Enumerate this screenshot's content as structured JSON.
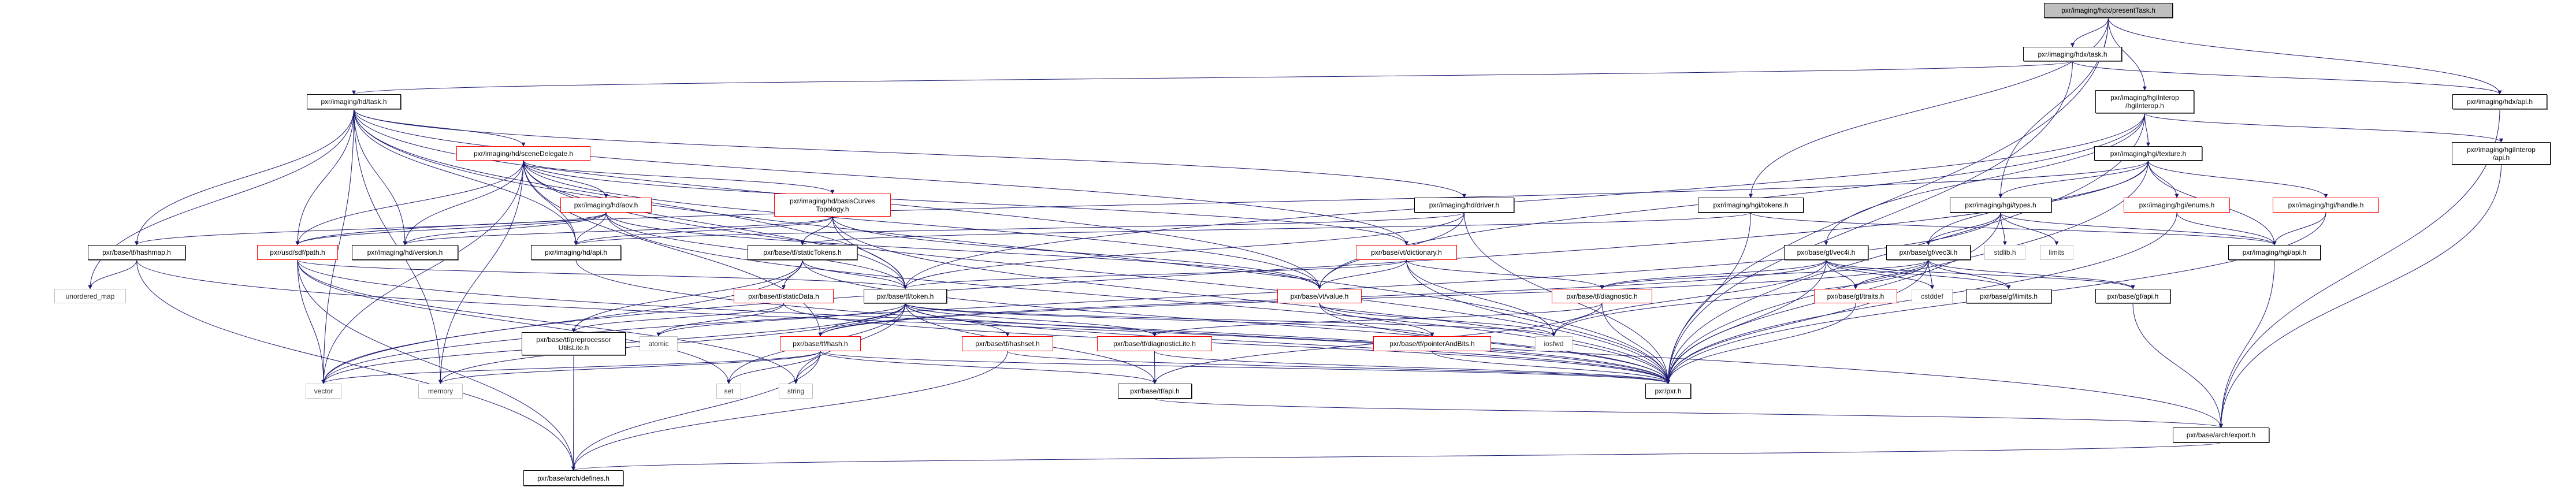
{
  "colors": {
    "edge": "#191970",
    "red_border": "#ff0000",
    "gray_border": "#bfbfbf",
    "current_fill": "#bfbfbf"
  },
  "nodes": {
    "presentTask": {
      "label": "pxr/imaging/hdx/presentTask.h",
      "kind": "current"
    },
    "hdxTask": {
      "label": "pxr/imaging/hdx/task.h",
      "kind": "black"
    },
    "hgiInterop": {
      "label": "pxr/imaging/hgiInterop\n/hgiInterop.h",
      "kind": "black"
    },
    "hdxApi": {
      "label": "pxr/imaging/hdx/api.h",
      "kind": "black"
    },
    "hdTask": {
      "label": "pxr/imaging/hd/task.h",
      "kind": "black"
    },
    "hgiTexture": {
      "label": "pxr/imaging/hgi/texture.h",
      "kind": "black"
    },
    "hgiInteropApi": {
      "label": "pxr/imaging/hgiInterop\n/api.h",
      "kind": "black"
    },
    "sceneDelegate": {
      "label": "pxr/imaging/hd/sceneDelegate.h",
      "kind": "red"
    },
    "aov": {
      "label": "pxr/imaging/hd/aov.h",
      "kind": "red"
    },
    "basisCurves": {
      "label": "pxr/imaging/hd/basisCurves\nTopology.h",
      "kind": "red"
    },
    "driver": {
      "label": "pxr/imaging/hd/driver.h",
      "kind": "black"
    },
    "hgiTokens": {
      "label": "pxr/imaging/hgi/tokens.h",
      "kind": "black"
    },
    "hgiTypes": {
      "label": "pxr/imaging/hgi/types.h",
      "kind": "black"
    },
    "hgiEnums": {
      "label": "pxr/imaging/hgi/enums.h",
      "kind": "red"
    },
    "hgiHandle": {
      "label": "pxr/imaging/hgi/handle.h",
      "kind": "red"
    },
    "hashmap": {
      "label": "pxr/base/tf/hashmap.h",
      "kind": "black"
    },
    "sdfPath": {
      "label": "pxr/usd/sdf/path.h",
      "kind": "red"
    },
    "hdVersion": {
      "label": "pxr/imaging/hd/version.h",
      "kind": "black"
    },
    "hdApi": {
      "label": "pxr/imaging/hd/api.h",
      "kind": "black"
    },
    "staticTokens": {
      "label": "pxr/base/tf/staticTokens.h",
      "kind": "black"
    },
    "dictionary": {
      "label": "pxr/base/vt/dictionary.h",
      "kind": "red"
    },
    "vec4i": {
      "label": "pxr/base/gf/vec4i.h",
      "kind": "black"
    },
    "vec3i": {
      "label": "pxr/base/gf/vec3i.h",
      "kind": "black"
    },
    "stdlib": {
      "label": "stdlib.h",
      "kind": "gray"
    },
    "limits": {
      "label": "limits",
      "kind": "gray"
    },
    "hgiApi": {
      "label": "pxr/imaging/hgi/api.h",
      "kind": "black"
    },
    "unorderedMap": {
      "label": "unordered_map",
      "kind": "gray"
    },
    "staticData": {
      "label": "pxr/base/tf/staticData.h",
      "kind": "red"
    },
    "token": {
      "label": "pxr/base/tf/token.h",
      "kind": "black"
    },
    "value": {
      "label": "pxr/base/vt/value.h",
      "kind": "red"
    },
    "diagnostic": {
      "label": "pxr/base/tf/diagnostic.h",
      "kind": "red"
    },
    "traits": {
      "label": "pxr/base/gf/traits.h",
      "kind": "red"
    },
    "cstddef": {
      "label": "cstddef",
      "kind": "gray"
    },
    "gfLimits": {
      "label": "pxr/base/gf/limits.h",
      "kind": "black"
    },
    "gfApi": {
      "label": "pxr/base/gf/api.h",
      "kind": "black"
    },
    "preproc": {
      "label": "pxr/base/tf/preprocessor\nUtilsLite.h",
      "kind": "black"
    },
    "atomic": {
      "label": "atomic",
      "kind": "gray"
    },
    "hash": {
      "label": "pxr/base/tf/hash.h",
      "kind": "red"
    },
    "hashset": {
      "label": "pxr/base/tf/hashset.h",
      "kind": "red"
    },
    "diagnosticLite": {
      "label": "pxr/base/tf/diagnosticLite.h",
      "kind": "red"
    },
    "pointerAndBits": {
      "label": "pxr/base/tf/pointerAndBits.h",
      "kind": "red"
    },
    "iosfwd": {
      "label": "iosfwd",
      "kind": "gray"
    },
    "vector": {
      "label": "vector",
      "kind": "gray"
    },
    "memory": {
      "label": "memory",
      "kind": "gray"
    },
    "set": {
      "label": "set",
      "kind": "gray"
    },
    "string": {
      "label": "string",
      "kind": "gray"
    },
    "tfApi": {
      "label": "pxr/base/tf/api.h",
      "kind": "black"
    },
    "pxr": {
      "label": "pxr/pxr.h",
      "kind": "black"
    },
    "archExport": {
      "label": "pxr/base/arch/export.h",
      "kind": "black"
    },
    "archDefines": {
      "label": "pxr/base/arch/defines.h",
      "kind": "black"
    }
  },
  "edges": [
    [
      "presentTask",
      "hdxTask"
    ],
    [
      "presentTask",
      "hgiInterop"
    ],
    [
      "presentTask",
      "hdxApi"
    ],
    [
      "presentTask",
      "hgiTypes"
    ],
    [
      "presentTask",
      "hgiTokens"
    ],
    [
      "presentTask",
      "pxr"
    ],
    [
      "hdxTask",
      "hdTask"
    ],
    [
      "hdxTask",
      "hdxApi"
    ],
    [
      "hdxTask",
      "pxr"
    ],
    [
      "hgiInterop",
      "hgiTexture"
    ],
    [
      "hgiInterop",
      "hgiInteropApi"
    ],
    [
      "hgiInterop",
      "vec4i"
    ],
    [
      "hgiInterop",
      "pxr"
    ],
    [
      "hgiInterop",
      "token"
    ],
    [
      "hgiInterop",
      "value"
    ],
    [
      "hdxApi",
      "archExport"
    ],
    [
      "hgiInteropApi",
      "archExport"
    ],
    [
      "hgiTexture",
      "hgiEnums"
    ],
    [
      "hgiTexture",
      "hgiHandle"
    ],
    [
      "hgiTexture",
      "hgiTypes"
    ],
    [
      "hgiTexture",
      "hgiApi"
    ],
    [
      "hgiTexture",
      "vec3i"
    ],
    [
      "hgiTexture",
      "pxr"
    ],
    [
      "hgiTexture",
      "vector"
    ],
    [
      "hgiTexture",
      "sdfPath"
    ],
    [
      "hgiTypes",
      "vec3i"
    ],
    [
      "hgiTypes",
      "stdlib"
    ],
    [
      "hgiTypes",
      "limits"
    ],
    [
      "hgiTypes",
      "hgiApi"
    ],
    [
      "hgiTypes",
      "pxr"
    ],
    [
      "hgiTypes",
      "vector"
    ],
    [
      "hgiTokens",
      "staticTokens"
    ],
    [
      "hgiTokens",
      "hgiApi"
    ],
    [
      "hgiTokens",
      "pxr"
    ],
    [
      "hgiEnums",
      "hgiApi"
    ],
    [
      "hgiEnums",
      "pxr"
    ],
    [
      "hgiHandle",
      "hgiApi"
    ],
    [
      "hgiHandle",
      "pxr"
    ],
    [
      "hgiApi",
      "archExport"
    ],
    [
      "vec4i",
      "traits"
    ],
    [
      "vec4i",
      "cstddef"
    ],
    [
      "vec4i",
      "gfLimits"
    ],
    [
      "vec4i",
      "gfApi"
    ],
    [
      "vec4i",
      "pxr"
    ],
    [
      "vec4i",
      "hash"
    ],
    [
      "vec4i",
      "iosfwd"
    ],
    [
      "vec4i",
      "diagnostic"
    ],
    [
      "vec3i",
      "traits"
    ],
    [
      "vec3i",
      "cstddef"
    ],
    [
      "vec3i",
      "gfLimits"
    ],
    [
      "vec3i",
      "gfApi"
    ],
    [
      "vec3i",
      "pxr"
    ],
    [
      "vec3i",
      "hash"
    ],
    [
      "vec3i",
      "iosfwd"
    ],
    [
      "vec3i",
      "diagnostic"
    ],
    [
      "traits",
      "pxr"
    ],
    [
      "gfApi",
      "archExport"
    ],
    [
      "hdTask",
      "sceneDelegate"
    ],
    [
      "hdTask",
      "hashmap"
    ],
    [
      "hdTask",
      "unorderedMap"
    ],
    [
      "hdTask",
      "vector"
    ],
    [
      "hdTask",
      "memory"
    ],
    [
      "hdTask",
      "sdfPath"
    ],
    [
      "hdTask",
      "hdVersion"
    ],
    [
      "hdTask",
      "hdApi"
    ],
    [
      "hdTask",
      "driver"
    ],
    [
      "hdTask",
      "dictionary"
    ],
    [
      "hdTask",
      "value"
    ],
    [
      "hdTask",
      "pxr"
    ],
    [
      "hdTask",
      "token"
    ],
    [
      "sceneDelegate",
      "aov"
    ],
    [
      "sceneDelegate",
      "basisCurves"
    ],
    [
      "sceneDelegate",
      "sdfPath"
    ],
    [
      "sceneDelegate",
      "hdVersion"
    ],
    [
      "sceneDelegate",
      "hdApi"
    ],
    [
      "sceneDelegate",
      "memory"
    ],
    [
      "sceneDelegate",
      "vector"
    ],
    [
      "sceneDelegate",
      "hash"
    ],
    [
      "sceneDelegate",
      "value"
    ],
    [
      "sceneDelegate",
      "pxr"
    ],
    [
      "sceneDelegate",
      "dictionary"
    ],
    [
      "sceneDelegate",
      "token"
    ],
    [
      "aov",
      "hashmap"
    ],
    [
      "aov",
      "sdfPath"
    ],
    [
      "aov",
      "hdApi"
    ],
    [
      "aov",
      "hdVersion"
    ],
    [
      "aov",
      "value"
    ],
    [
      "aov",
      "token"
    ],
    [
      "aov",
      "pxr"
    ],
    [
      "basisCurves",
      "hdApi"
    ],
    [
      "basisCurves",
      "hdVersion"
    ],
    [
      "basisCurves",
      "staticTokens"
    ],
    [
      "basisCurves",
      "token"
    ],
    [
      "basisCurves",
      "value"
    ],
    [
      "basisCurves",
      "pxr"
    ],
    [
      "driver",
      "value"
    ],
    [
      "driver",
      "token"
    ],
    [
      "driver",
      "hdApi"
    ],
    [
      "driver",
      "pxr"
    ],
    [
      "hashmap",
      "unorderedMap"
    ],
    [
      "hashmap",
      "archDefines"
    ],
    [
      "hashmap",
      "pxr"
    ],
    [
      "sdfPath",
      "vector"
    ],
    [
      "sdfPath",
      "archDefines"
    ],
    [
      "sdfPath",
      "set"
    ],
    [
      "sdfPath",
      "string"
    ],
    [
      "sdfPath",
      "token"
    ],
    [
      "sdfPath",
      "pxr"
    ],
    [
      "hdApi",
      "archExport"
    ],
    [
      "staticTokens",
      "staticData"
    ],
    [
      "staticTokens",
      "token"
    ],
    [
      "staticTokens",
      "preproc"
    ],
    [
      "staticTokens",
      "vector"
    ],
    [
      "staticTokens",
      "pxr"
    ],
    [
      "staticData",
      "atomic"
    ],
    [
      "staticData",
      "preproc"
    ],
    [
      "staticData",
      "pxr"
    ],
    [
      "token",
      "hash"
    ],
    [
      "token",
      "hashset"
    ],
    [
      "token",
      "diagnosticLite"
    ],
    [
      "token",
      "pointerAndBits"
    ],
    [
      "token",
      "iosfwd"
    ],
    [
      "token",
      "string"
    ],
    [
      "token",
      "vector"
    ],
    [
      "token",
      "set"
    ],
    [
      "token",
      "pxr"
    ],
    [
      "token",
      "tfApi"
    ],
    [
      "token",
      "memory"
    ],
    [
      "token",
      "atomic"
    ],
    [
      "hash",
      "vector"
    ],
    [
      "hash",
      "memory"
    ],
    [
      "hash",
      "set"
    ],
    [
      "hash",
      "string"
    ],
    [
      "hash",
      "tfApi"
    ],
    [
      "hash",
      "pxr"
    ],
    [
      "hash",
      "archDefines"
    ],
    [
      "preproc",
      "archDefines"
    ],
    [
      "dictionary",
      "value"
    ],
    [
      "dictionary",
      "diagnostic"
    ],
    [
      "dictionary",
      "iosfwd"
    ],
    [
      "dictionary",
      "pxr"
    ],
    [
      "dictionary",
      "token"
    ],
    [
      "value",
      "pointerAndBits"
    ],
    [
      "value",
      "iosfwd"
    ],
    [
      "value",
      "pxr"
    ],
    [
      "diagnostic",
      "diagnosticLite"
    ],
    [
      "diagnostic",
      "tfApi"
    ],
    [
      "diagnostic",
      "pxr"
    ],
    [
      "hashset",
      "archDefines"
    ],
    [
      "hashset",
      "pxr"
    ],
    [
      "diagnosticLite",
      "tfApi"
    ],
    [
      "diagnosticLite",
      "pxr"
    ],
    [
      "pointerAndBits",
      "pxr"
    ],
    [
      "tfApi",
      "archExport"
    ],
    [
      "archExport",
      "archDefines"
    ]
  ]
}
